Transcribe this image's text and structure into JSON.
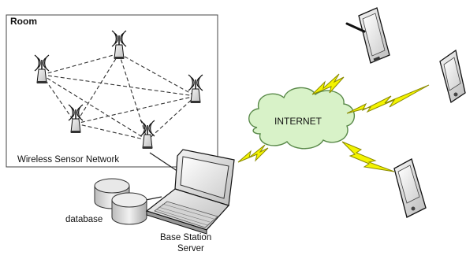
{
  "diagram": {
    "room_label": "Room",
    "network_label": "Wireless Sensor Network",
    "internet_label": "INTERNET",
    "database_label": "database",
    "server_label_line1": "Base Station",
    "server_label_line2": "Server"
  },
  "colors": {
    "cloud_fill": "#d8f2c8",
    "cloud_stroke": "#5a8a4a",
    "bolt_fill": "#f4f400",
    "bolt_stroke": "#8a8a00",
    "device_fill": "#e6e6e6",
    "device_stroke": "#222222"
  },
  "icons": [
    "sensor-node-icon",
    "laptop-icon",
    "database-icon",
    "cloud-icon",
    "lightning-icon",
    "tablet-icon",
    "pda-icon"
  ]
}
